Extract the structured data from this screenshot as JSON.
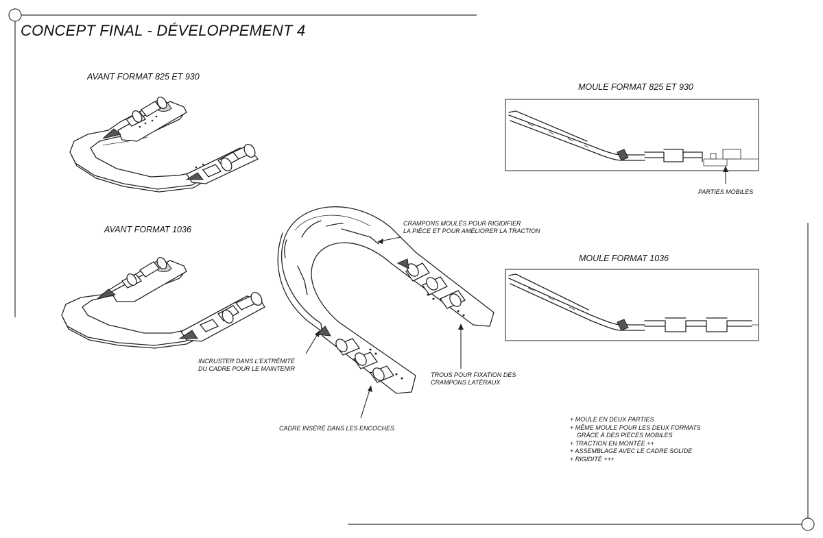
{
  "title": "CONCEPT FINAL - DÉVELOPPEMENT 4",
  "views": {
    "front_825_930": "AVANT FORMAT 825 ET 930",
    "front_1036": "AVANT FORMAT 1036",
    "mold_825_930": "MOULE FORMAT 825 ET 930",
    "mold_1036": "MOULE FORMAT 1036"
  },
  "annotations": {
    "mobile_parts": "PARTIES MOBILES",
    "cleats_1": "CRAMPONS MOULÉS POUR RIGIDIFIER",
    "cleats_2": "LA PIÈCE ET POUR AMÉLIORER LA TRACTION",
    "embed_1": "INCRUSTER DANS L'EXTRÉMITÉ",
    "embed_2": "DU CADRE POUR LE MAINTENIR",
    "holes_1": "TROUS POUR FIXATION DES",
    "holes_2": "CRAMPONS LATÉRAUX",
    "frame_notch": "CADRE INSÉRÉ DANS LES ENCOCHES"
  },
  "advantages": [
    "+ MOULE EN DEUX PARTIES",
    "+ MÊME MOULE POUR LES DEUX FORMATS",
    "GRÂCE À DES PIÈCES MOBILES",
    "+ TRACTION EN MONTÉE ++",
    "+ ASSEMBLAGE AVEC LE CADRE SOLIDE",
    "+ RIGIDITÉ +++"
  ]
}
